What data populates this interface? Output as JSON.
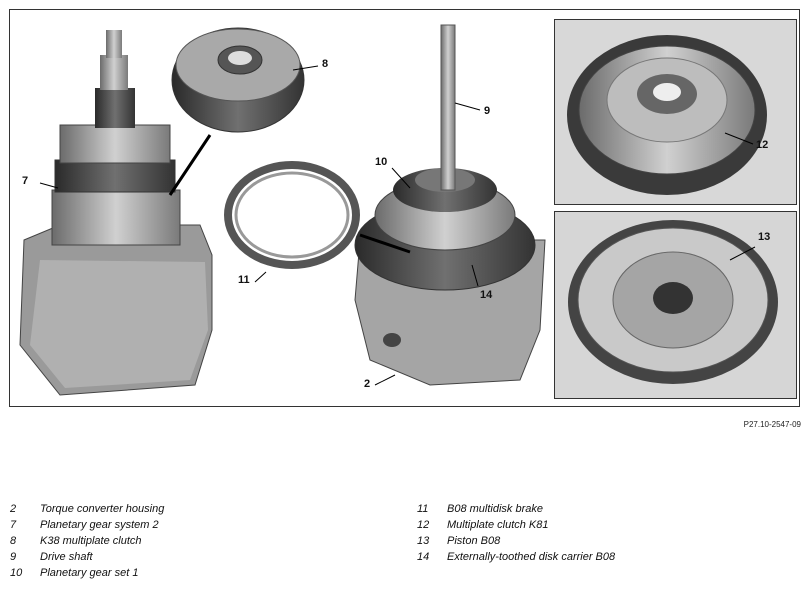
{
  "figure": {
    "reference": "P27.10-2547-09",
    "callouts": {
      "c2": "2",
      "c7": "7",
      "c8": "8",
      "c9": "9",
      "c10": "10",
      "c11": "11",
      "c12": "12",
      "c13": "13",
      "c14": "14"
    }
  },
  "legend_left": [
    {
      "num": "2",
      "text": "Torque converter housing"
    },
    {
      "num": "7",
      "text": "Planetary gear system 2"
    },
    {
      "num": "8",
      "text": "K38 multiplate clutch"
    },
    {
      "num": "9",
      "text": "Drive shaft"
    },
    {
      "num": "10",
      "text": "Planetary gear set 1"
    }
  ],
  "legend_right": [
    {
      "num": "11",
      "text": "B08 multidisk brake"
    },
    {
      "num": "12",
      "text": "Multiplate clutch K81"
    },
    {
      "num": "13",
      "text": "Piston B08"
    },
    {
      "num": "14",
      "text": "Externally-toothed disk carrier B08"
    }
  ]
}
